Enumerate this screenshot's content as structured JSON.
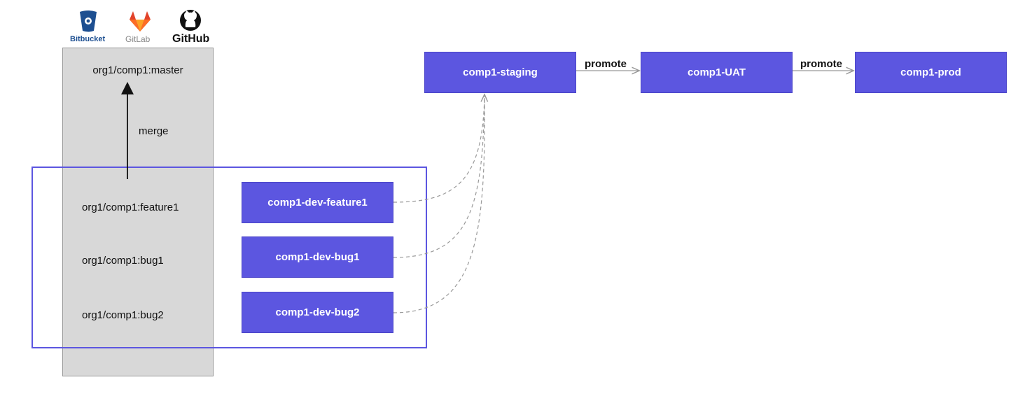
{
  "logos": {
    "bitbucket": "Bitbucket",
    "gitlab": "GitLab",
    "github": "GitHub"
  },
  "repo": {
    "master": "org1/comp1:master",
    "merge_label": "merge",
    "branches": [
      "org1/comp1:feature1",
      "org1/comp1:bug1",
      "org1/comp1:bug2"
    ]
  },
  "dev_envs": [
    "comp1-dev-feature1",
    "comp1-dev-bug1",
    "comp1-dev-bug2"
  ],
  "pipeline": {
    "staging": "comp1-staging",
    "uat": "comp1-UAT",
    "prod": "comp1-prod",
    "promote_label": "promote"
  },
  "colors": {
    "env_fill": "#5c56e0",
    "highlight_border": "#5c56e0",
    "branch_column": "#d8d8d8",
    "connector": "#999999"
  }
}
